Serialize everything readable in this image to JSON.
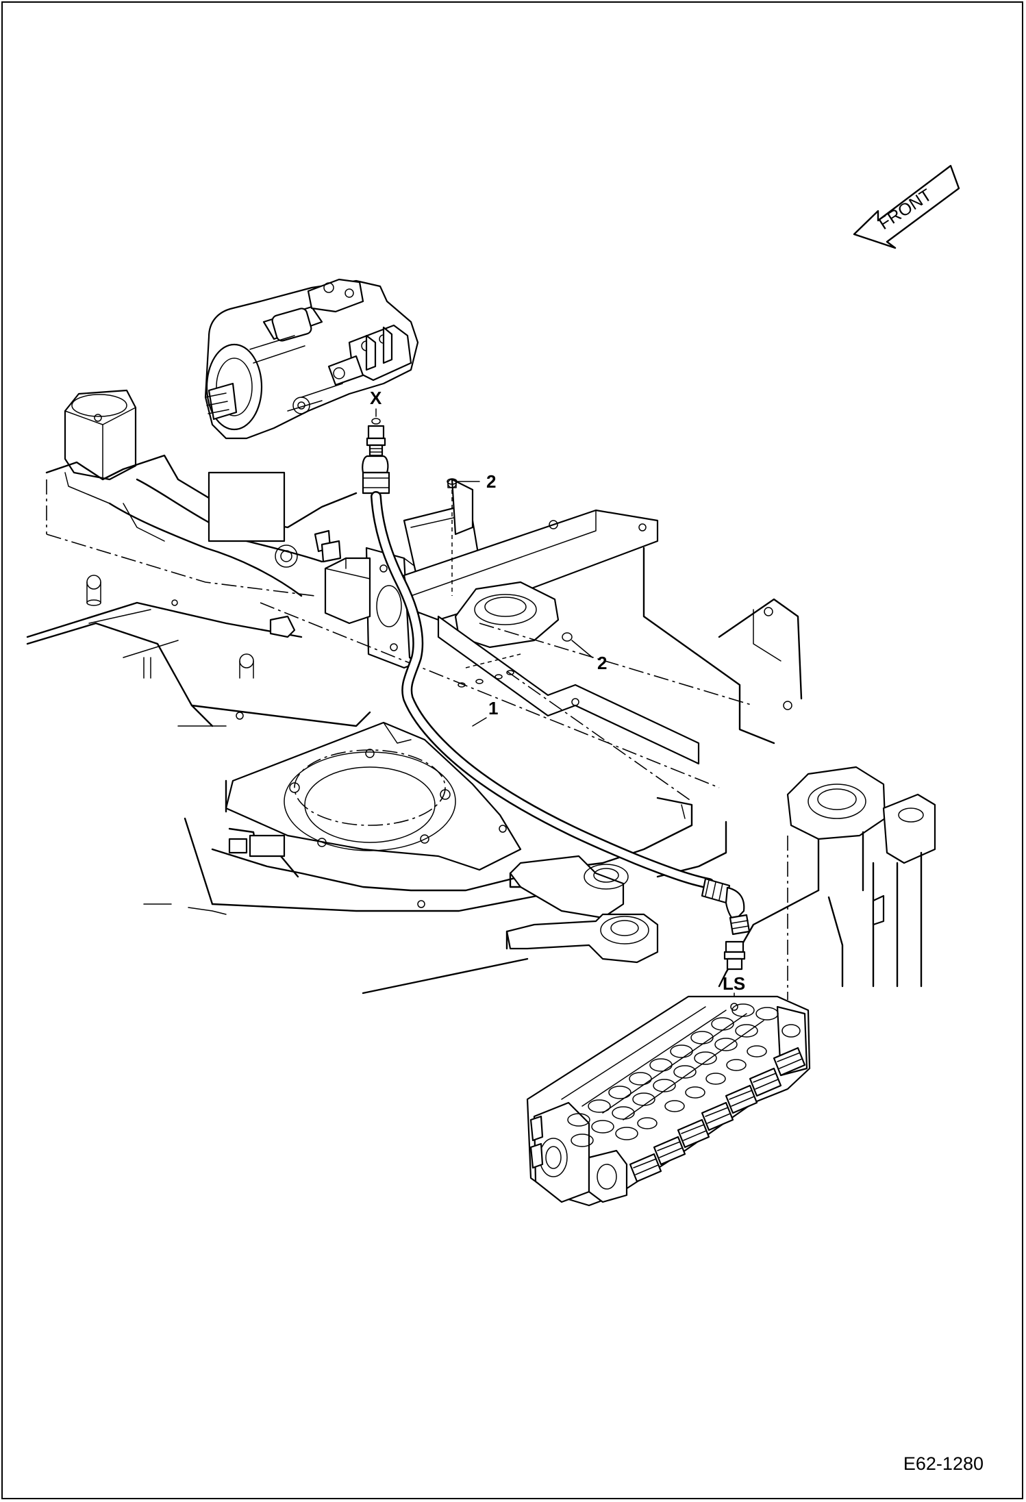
{
  "labels": {
    "port_x": "X",
    "item_1": "1",
    "item_2_top": "2",
    "item_2_lower": "2",
    "port_ls": "LS"
  },
  "direction": {
    "front": "FRONT"
  },
  "drawing_number": "E62-1280"
}
